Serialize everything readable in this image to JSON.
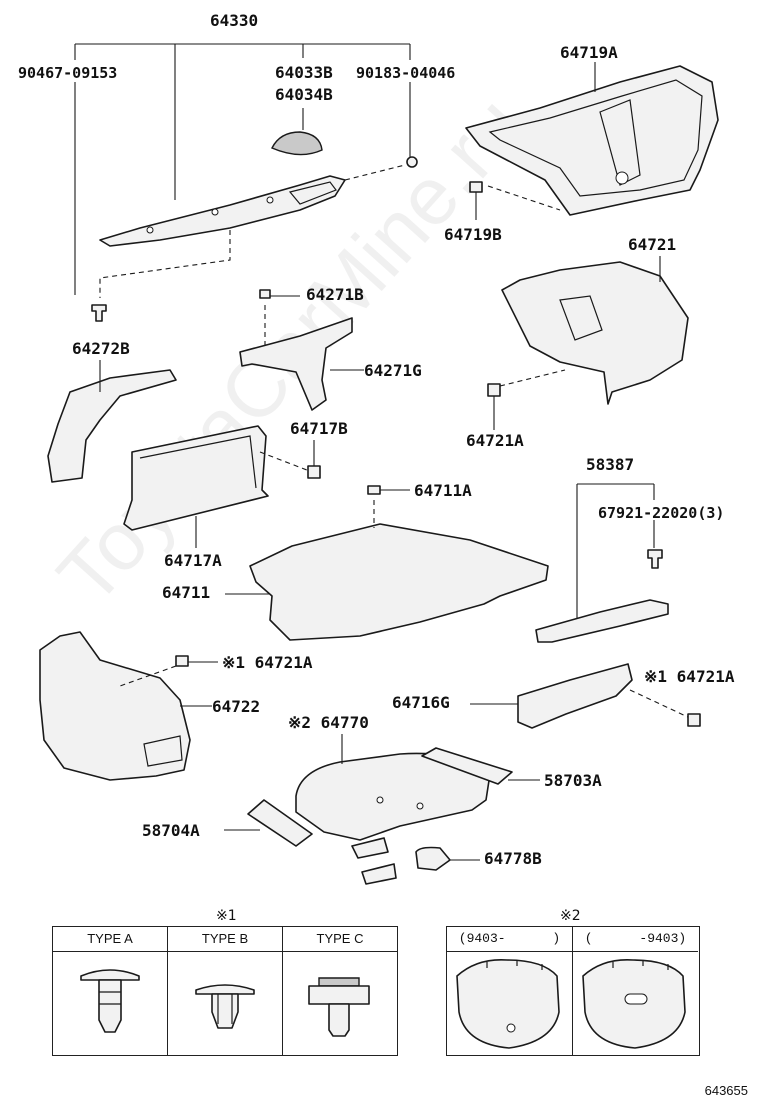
{
  "watermark": "ToyotaCarMine.ru",
  "labels": {
    "p64330": "64330",
    "p90467": "90467-09153",
    "p64033b": "64033B",
    "p64034b": "64034B",
    "p90183": "90183-04046",
    "p64719a": "64719A",
    "p64719b": "64719B",
    "p64721": "64721",
    "p64271b": "64271B",
    "p64272b": "64272B",
    "p64271g": "64271G",
    "p64717b": "64717B",
    "p64721a_top": "64721A",
    "p64711a": "64711A",
    "p58387": "58387",
    "p67921": "67921-22020(3)",
    "p64717a": "64717A",
    "p64711": "64711",
    "p64721a_mid": "※1 64721A",
    "p64722": "64722",
    "p64716g": "64716G",
    "p64721a_right": "※1 64721A",
    "p64770": "※2 64770",
    "p58703a": "58703A",
    "p58704a": "58704A",
    "p64778b": "64778B"
  },
  "table1": {
    "mark": "※1",
    "columns": [
      "TYPE A",
      "TYPE B",
      "TYPE C"
    ]
  },
  "table2": {
    "mark": "※2",
    "columns": [
      "(9403-      )",
      "(      -9403)"
    ]
  },
  "figure_number": "643655"
}
